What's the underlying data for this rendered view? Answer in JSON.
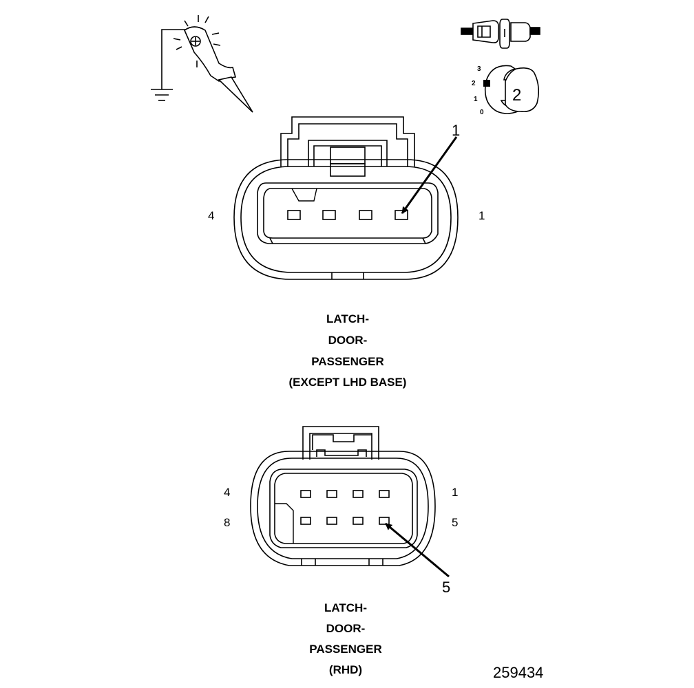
{
  "connector_top": {
    "pin_left": "4",
    "pin_right": "1",
    "callout": "1",
    "caption": [
      "LATCH-",
      "DOOR-",
      "PASSENGER",
      "(EXCEPT LHD BASE)"
    ]
  },
  "connector_bottom": {
    "pin_top_left": "4",
    "pin_top_right": "1",
    "pin_bottom_left": "8",
    "pin_bottom_right": "5",
    "callout": "5",
    "caption": [
      "LATCH-",
      "DOOR-",
      "PASSENGER",
      "(RHD)"
    ]
  },
  "icons": {
    "probe": "test-probe-icon",
    "connector": "harness-connector-icon",
    "dial": "terminal-dial-icon"
  },
  "dial": {
    "scale": [
      "3",
      "2",
      "1",
      "0"
    ],
    "value": "2"
  },
  "figure_id": "259434"
}
